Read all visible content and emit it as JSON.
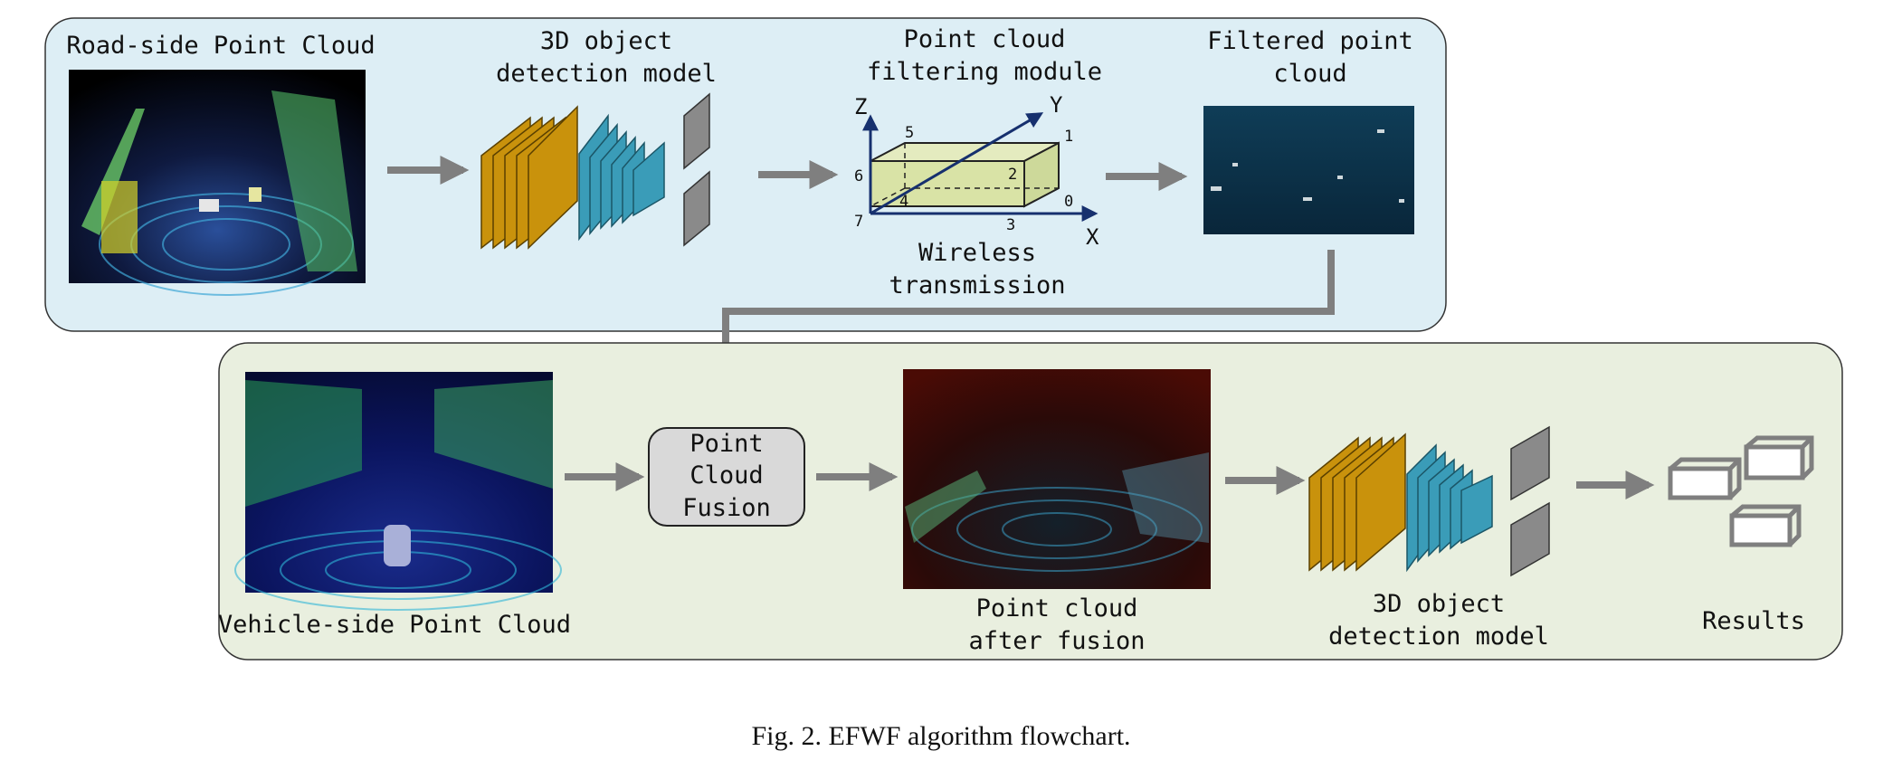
{
  "figure": {
    "caption": "Fig. 2.  EFWF algorithm flowchart."
  },
  "roadside_panel": {
    "input_label": "Road-side Point Cloud",
    "detector_label_line1": "3D object",
    "detector_label_line2": "detection model",
    "filter_label_line1": "Point cloud",
    "filter_label_line2": "filtering module",
    "filtered_label_line1": "Filtered point",
    "filtered_label_line2": "cloud",
    "transmission_line1": "Wireless",
    "transmission_line2": "transmission",
    "axes": {
      "z": "Z",
      "y": "Y",
      "x": "X"
    },
    "corner_numbers": [
      "0",
      "1",
      "2",
      "3",
      "4",
      "5",
      "6",
      "7"
    ]
  },
  "vehicle_panel": {
    "input_label": "Vehicle-side Point Cloud",
    "fusion_line1": "Point",
    "fusion_line2": "Cloud",
    "fusion_line3": "Fusion",
    "fused_label_line1": "Point cloud",
    "fused_label_line2": "after fusion",
    "detector_label_line1": "3D object",
    "detector_label_line2": "detection model",
    "results_label": "Results"
  },
  "colors": {
    "roadside_bg": "#ddeef5",
    "vehicle_bg": "#e9efdf",
    "arrow": "#7f7f7f",
    "conv_gold": "#c9920c",
    "conv_teal": "#3a9cb8",
    "head_gray": "#8a8a8a",
    "cuboid": "#d9e3a6",
    "axis": "#16306e"
  }
}
